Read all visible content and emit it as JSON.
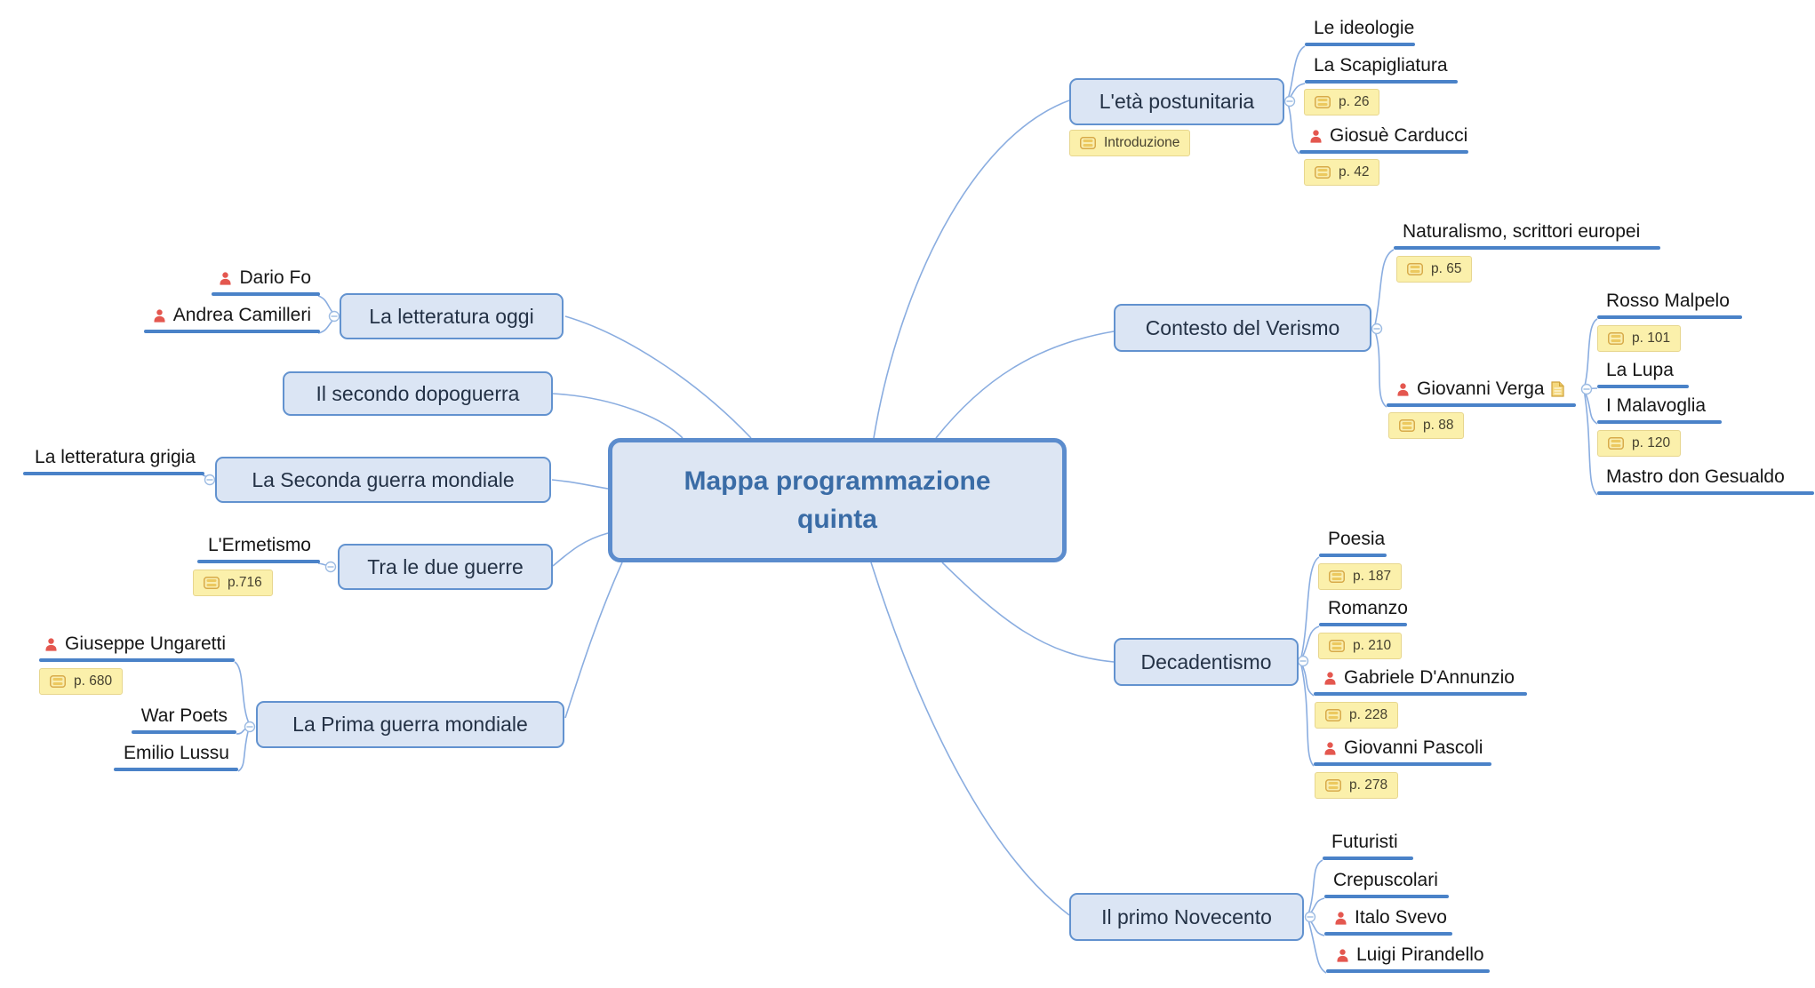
{
  "app": {
    "type": "mindmap"
  },
  "colors": {
    "node_fill": "#dbe5f4",
    "node_border": "#6292cf",
    "center_text": "#3a6ca6",
    "underline": "#4a82c8",
    "edge": "#8aade0",
    "badge_fill": "#fbf0ab",
    "badge_border": "#e7d68e",
    "person_icon": "#e4574f",
    "attribute_icon": "#d8ab4a"
  },
  "center": {
    "label": "Mappa programmazione quinta"
  },
  "right": [
    {
      "label": "L'età postunitaria",
      "badge": "Introduzione",
      "children": [
        {
          "label": "Le ideologie"
        },
        {
          "label": "La Scapigliatura",
          "badge": "p. 26"
        },
        {
          "label": "Giosuè Carducci",
          "person": true,
          "badge": "p. 42"
        }
      ]
    },
    {
      "label": "Contesto del Verismo",
      "children": [
        {
          "label": "Naturalismo, scrittori europei",
          "badge": "p. 65"
        },
        {
          "label": "Giovanni Verga",
          "person": true,
          "doc": true,
          "badge": "p. 88",
          "children": [
            {
              "label": "Rosso Malpelo",
              "badge": "p. 101"
            },
            {
              "label": "La Lupa"
            },
            {
              "label": "I Malavoglia",
              "badge": "p. 120"
            },
            {
              "label": "Mastro don Gesualdo"
            }
          ]
        }
      ]
    },
    {
      "label": "Decadentismo",
      "children": [
        {
          "label": "Poesia",
          "badge": "p. 187"
        },
        {
          "label": "Romanzo",
          "badge": "p. 210"
        },
        {
          "label": "Gabriele D'Annunzio",
          "person": true,
          "badge": "p. 228"
        },
        {
          "label": "Giovanni Pascoli",
          "person": true,
          "badge": "p. 278"
        }
      ]
    },
    {
      "label": "Il primo Novecento",
      "children": [
        {
          "label": "Futuristi"
        },
        {
          "label": "Crepuscolari"
        },
        {
          "label": "Italo Svevo",
          "person": true
        },
        {
          "label": "Luigi Pirandello",
          "person": true
        }
      ]
    }
  ],
  "left": [
    {
      "label": "La letteratura oggi",
      "children": [
        {
          "label": "Dario Fo",
          "person": true
        },
        {
          "label": "Andrea Camilleri",
          "person": true
        }
      ]
    },
    {
      "label": "Il secondo dopoguerra"
    },
    {
      "label": "La Seconda guerra mondiale",
      "children": [
        {
          "label": "La letteratura grigia"
        }
      ]
    },
    {
      "label": "Tra le due guerre",
      "children": [
        {
          "label": "L'Ermetismo",
          "badge": "p.716"
        }
      ]
    },
    {
      "label": "La Prima guerra mondiale",
      "children": [
        {
          "label": "Giuseppe Ungaretti",
          "person": true,
          "badge": "p. 680"
        },
        {
          "label": "War Poets"
        },
        {
          "label": "Emilio Lussu"
        }
      ]
    }
  ]
}
